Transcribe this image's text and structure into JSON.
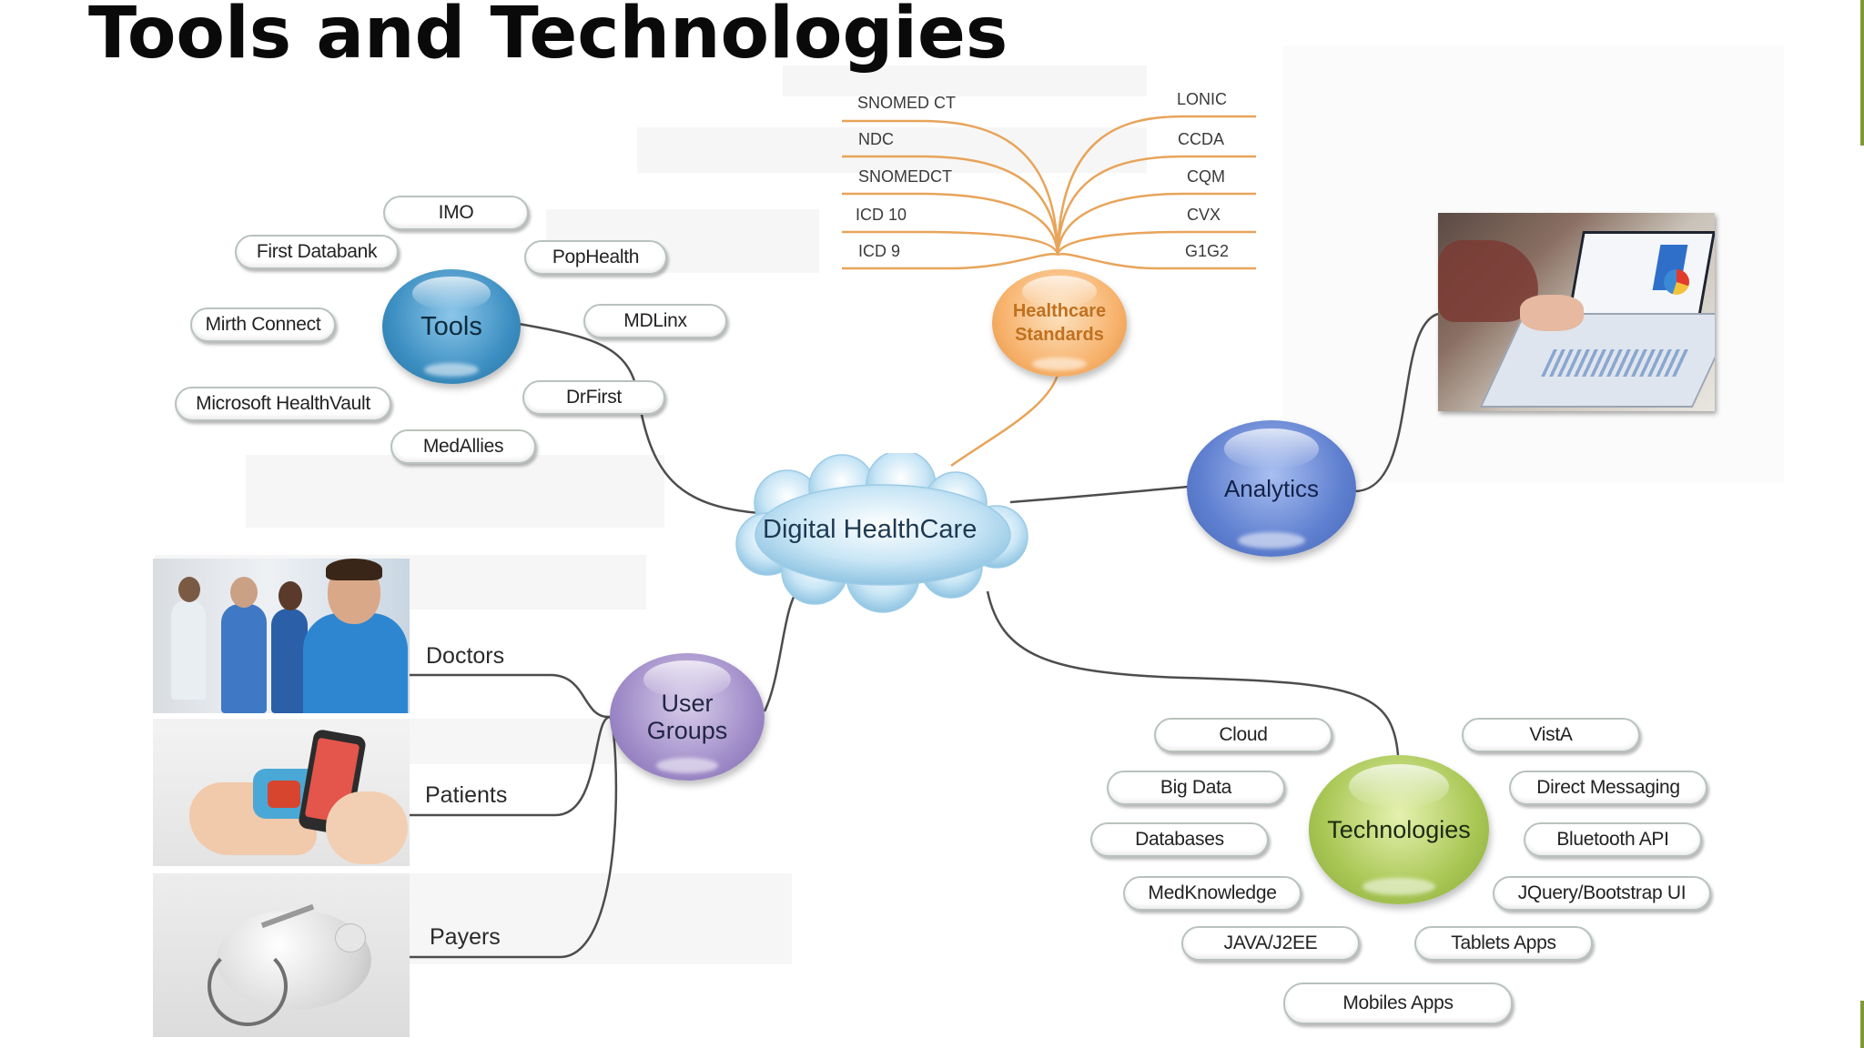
{
  "title": "Tools and Technologies",
  "center": "Digital HealthCare",
  "tools": {
    "hub": "Tools",
    "items": [
      "IMO",
      "First Databank",
      "PopHealth",
      "Mirth Connect",
      "MDLinx",
      "Microsoft HealthVault",
      "DrFirst",
      "MedAllies"
    ]
  },
  "standards": {
    "hub": "Healthcare Standards",
    "left": [
      "SNOMED CT",
      "NDC",
      "SNOMEDCT",
      "ICD 10",
      "ICD 9"
    ],
    "right": [
      "LONIC",
      "CCDA",
      "CQM",
      "CVX",
      "G1G2"
    ]
  },
  "analytics": {
    "hub": "Analytics"
  },
  "user_groups": {
    "hub": "User Groups",
    "items": [
      "Doctors",
      "Patients",
      "Payers"
    ]
  },
  "technologies": {
    "hub": "Technologies",
    "items": [
      "Cloud",
      "VistA",
      "Big Data",
      "Direct Messaging",
      "Databases",
      "Bluetooth API",
      "MedKnowledge",
      "JQuery/Bootstrap UI",
      "JAVA/J2EE",
      "Tablets Apps",
      "Mobiles Apps"
    ]
  },
  "colors": {
    "tools": "#3b8ec1",
    "standards": "#f7b26c",
    "analytics": "#5f7fd0",
    "user_groups": "#9f8bc8",
    "technologies": "#a9c755",
    "cloud": "#bfe0f3"
  }
}
